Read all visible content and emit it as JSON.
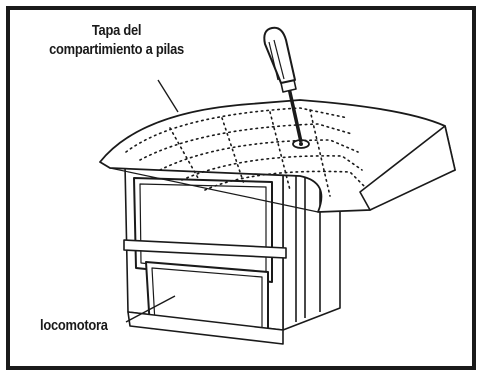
{
  "labels": {
    "battery_cover_line1": "Tapa del",
    "battery_cover_line2": "compartimiento a pilas",
    "locomotive": "locomotora"
  },
  "colors": {
    "ink": "#1a1a1a",
    "paper": "#ffffff"
  },
  "icons": [
    "screwdriver-icon"
  ]
}
